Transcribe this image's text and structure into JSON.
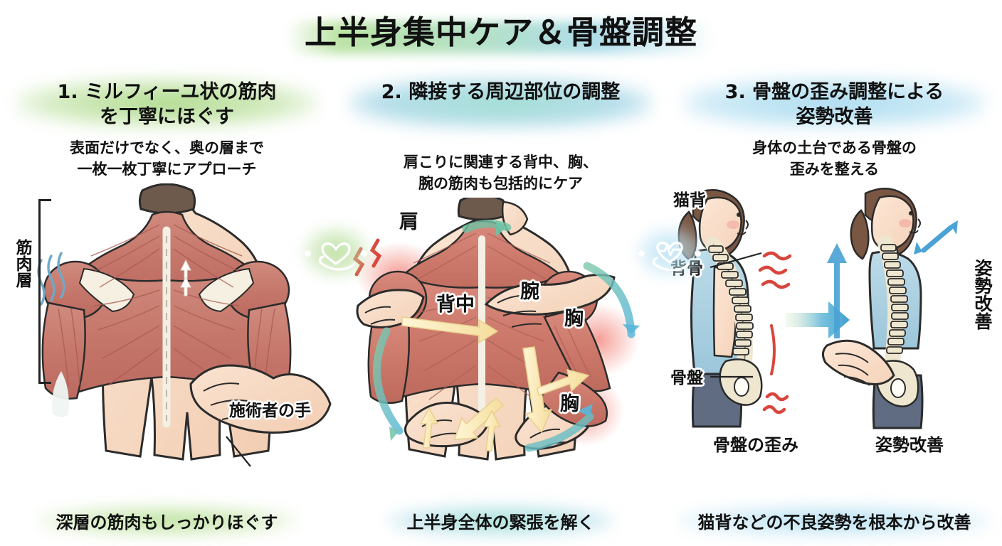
{
  "title": "上半身集中ケア＆骨盤調整",
  "colors": {
    "accent_green": "#a8d782",
    "accent_teal": "#96dbcc",
    "accent_blue": "#a5d9ee",
    "muscle_red": "#c9756b",
    "skin": "#f6dcc8",
    "bone": "#efe6cf",
    "shirt_blue": "#a8cfe0",
    "pants": "#5f6c82",
    "hair_brown": "#7a5743",
    "arrow_yellow": "#f7e3a6",
    "arrow_blue": "#4ba3d4",
    "pain_red": "#d94b43",
    "text": "#111111"
  },
  "panels": [
    {
      "number": "1.",
      "heading": "1. ミルフィーユ状の筋肉\nを丁寧にほぐす",
      "heading_line1": "1. ミルフィーユ状の筋肉",
      "heading_line2": "を丁寧にほぐす",
      "subtitle_line1": "表面だけでなく、奥の層まで",
      "subtitle_line2": "一枚一枚丁寧にアプローチ",
      "labels": [
        {
          "text": "筋肉層",
          "orientation": "vertical"
        },
        {
          "text": "施術者の手",
          "orientation": "horizontal"
        }
      ],
      "footer": "深層の筋肉もしっかりほぐす"
    },
    {
      "number": "2.",
      "heading_line1": "2. 隣接する周辺部位の調整",
      "heading_line2": "",
      "subtitle_line1": "肩こりに関連する背中、胸、",
      "subtitle_line2": "腕の筋肉も包括的にケア",
      "labels": [
        {
          "text": "肩",
          "orientation": "horizontal"
        },
        {
          "text": "背中",
          "orientation": "horizontal"
        },
        {
          "text": "腕",
          "orientation": "horizontal"
        },
        {
          "text": "胸",
          "orientation": "horizontal"
        },
        {
          "text": "胸",
          "orientation": "horizontal"
        }
      ],
      "footer": "上半身全体の緊張を解く"
    },
    {
      "number": "3.",
      "heading_line1": "3. 骨盤の歪み調整による",
      "heading_line2": "姿勢改善",
      "subtitle_line1": "身体の土台である骨盤の",
      "subtitle_line2": "歪みを整える",
      "labels": [
        {
          "text": "猫背",
          "orientation": "horizontal"
        },
        {
          "text": "背骨",
          "orientation": "horizontal"
        },
        {
          "text": "骨盤",
          "orientation": "horizontal"
        },
        {
          "text": "姿勢改善",
          "orientation": "vertical"
        }
      ],
      "figure_captions": [
        "骨盤の歪み",
        "姿勢改善"
      ],
      "footer": "猫背などの不良姿勢を根本から改善"
    }
  ],
  "dividers": [
    {
      "icon": "heart-in-hand-icon",
      "tone": "green"
    },
    {
      "icon": "heartbeat-in-hand-icon",
      "tone": "blue"
    }
  ]
}
